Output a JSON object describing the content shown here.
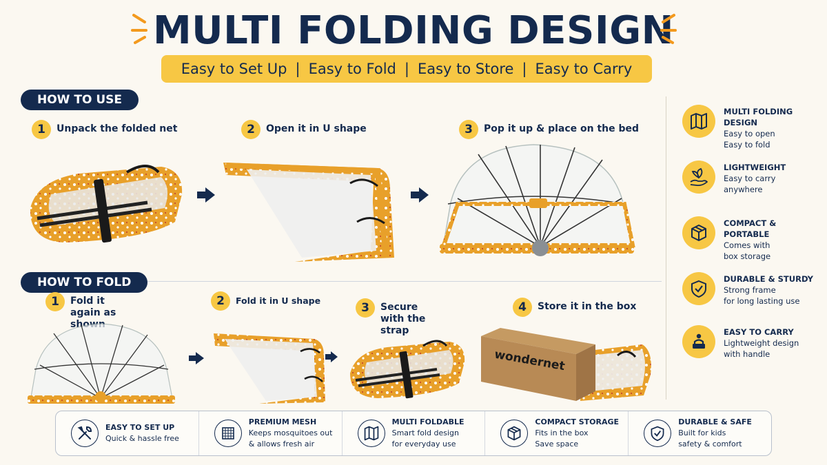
{
  "header": {
    "title": "MULTI FOLDING DESIGN",
    "tagline": [
      "Easy to Set Up",
      "Easy to Fold",
      "Easy to Store",
      "Easy to Carry"
    ],
    "separator": "|"
  },
  "how_to_use": {
    "label": "HOW TO USE",
    "steps": [
      {
        "num": "1",
        "text": "Unpack the folded net"
      },
      {
        "num": "2",
        "text": "Open it in U shape"
      },
      {
        "num": "3",
        "text": "Pop it up & place on the bed"
      }
    ]
  },
  "how_to_fold": {
    "label": "HOW TO FOLD",
    "steps": [
      {
        "num": "1",
        "text": "Fold it again as shown"
      },
      {
        "num": "2",
        "text": "Fold it in U shape"
      },
      {
        "num": "3",
        "text": "Secure with the strap"
      },
      {
        "num": "4",
        "text": "Store it in the box"
      }
    ],
    "box_brand": "wondernet"
  },
  "features": [
    {
      "icon": "map-fold-icon",
      "title": "MULTI FOLDING DESIGN",
      "lines": [
        "Easy to open",
        "Easy to fold"
      ]
    },
    {
      "icon": "leaf-hand-icon",
      "title": "LIGHTWEIGHT",
      "lines": [
        "Easy to carry",
        "anywhere"
      ]
    },
    {
      "icon": "box-icon",
      "title": "COMPACT & PORTABLE",
      "lines": [
        "Comes with",
        "box storage"
      ]
    },
    {
      "icon": "shield-check-icon",
      "title": "DURABLE & STURDY",
      "lines": [
        "Strong frame",
        "for long lasting use"
      ]
    },
    {
      "icon": "carry-person-icon",
      "title": "EASY TO CARRY",
      "lines": [
        "Lightweight design",
        "with handle"
      ]
    }
  ],
  "bottom_bar": [
    {
      "icon": "tools-icon",
      "title": "EASY TO SET UP",
      "lines": [
        "Quick & hassle free"
      ]
    },
    {
      "icon": "mesh-icon",
      "title": "PREMIUM MESH",
      "lines": [
        "Keeps mosquitoes out",
        "& allows fresh air"
      ]
    },
    {
      "icon": "map-fold-icon",
      "title": "MULTI FOLDABLE",
      "lines": [
        "Smart fold design",
        "for everyday use"
      ]
    },
    {
      "icon": "box-icon",
      "title": "COMPACT STORAGE",
      "lines": [
        "Fits in the box",
        "Save space"
      ]
    },
    {
      "icon": "shield-check-icon",
      "title": "DURABLE & SAFE",
      "lines": [
        "Built for kids",
        "safety & comfort"
      ]
    }
  ],
  "colors": {
    "navy": "#142a4e",
    "accent": "#f7c744",
    "fabric": "#e8a02a",
    "background": "#fbf8f1"
  }
}
